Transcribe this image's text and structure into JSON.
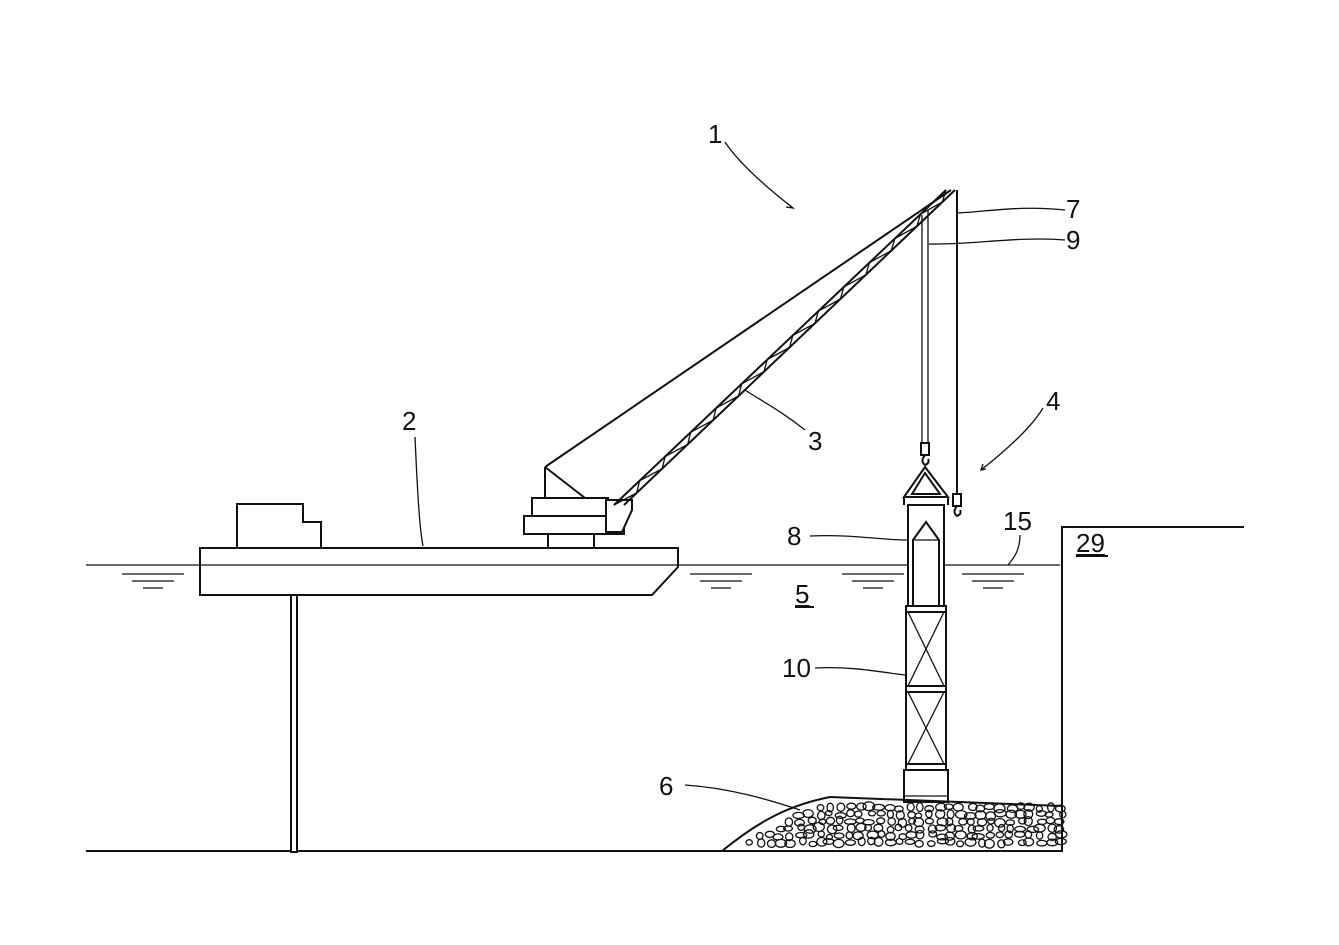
{
  "labels": {
    "crane_ship": "1",
    "barge": "2",
    "boom": "3",
    "apparatus": "4",
    "sea": "5",
    "rubble_mound": "6",
    "wire_7": "7",
    "casing_8": "8",
    "wire_9": "9",
    "frame_10": "10",
    "water_surface": "15",
    "quay": "29"
  },
  "underlined_labels": [
    "5",
    "29"
  ]
}
